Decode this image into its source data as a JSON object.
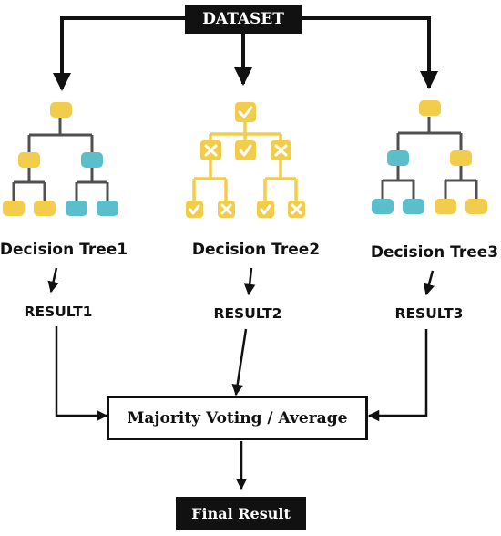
{
  "dataset": {
    "label": "DATASET"
  },
  "trees": [
    {
      "label": "Decision Tree1",
      "result": "RESULT1",
      "palette": "mixed-a"
    },
    {
      "label": "Decision Tree2",
      "result": "RESULT2",
      "palette": "yellow-checks"
    },
    {
      "label": "Decision Tree3",
      "result": "RESULT3",
      "palette": "mixed-b"
    }
  ],
  "aggregator": {
    "label": "Majority Voting / Average"
  },
  "final": {
    "label": "Final Result"
  },
  "colors": {
    "yellow": "#F2CD4C",
    "teal": "#5BBFCB",
    "connector": "#505050",
    "ink": "#111111",
    "white": "#ffffff"
  }
}
